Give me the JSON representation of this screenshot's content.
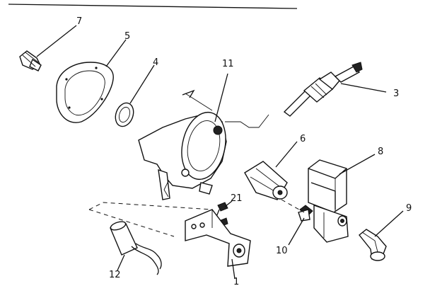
{
  "diagram": {
    "callouts": [
      "7",
      "5",
      "4",
      "11",
      "3",
      "6",
      "8",
      "21",
      "9",
      "10",
      "12",
      "1"
    ]
  }
}
